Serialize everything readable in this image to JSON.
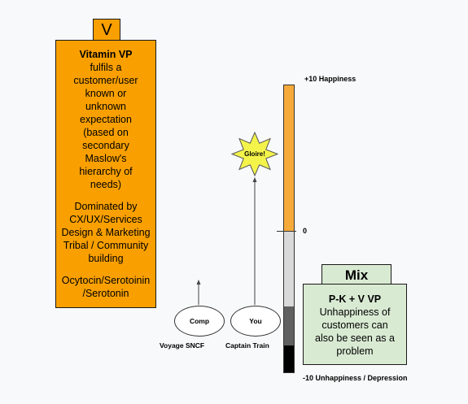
{
  "v_box": {
    "tag": "V",
    "title": "Vitamin VP",
    "description": [
      "fulfils a",
      "customer/user",
      "known or",
      "unknown",
      "expectation",
      "(based on",
      "secondary",
      "Maslow's",
      "hierarchy of",
      "needs)"
    ],
    "dominated": [
      "Dominated by",
      "CX/UX/Services",
      "Design & Marketing",
      "Tribal / Community",
      "building"
    ],
    "hormones": [
      "Ocytocin/Serotoinin",
      "/Serotonin"
    ],
    "color": "#f9a000"
  },
  "examples": [
    {
      "label": "Comp",
      "caption": "Voyage SNCF"
    },
    {
      "label": "You",
      "caption": "Captain Train"
    }
  ],
  "star": {
    "label": "Gloire!",
    "color": "#f3f34a"
  },
  "scale": {
    "top_label": "+10 Happiness",
    "zero_label": "0",
    "bottom_label": "-10 Unhappiness / Depression",
    "colors": {
      "positive": "#f6aa3a",
      "neutral": "#d9d9d9",
      "low": "#5f5f5f",
      "lowest": "#000000"
    }
  },
  "mix": {
    "tag": "Mix",
    "title": "P-K + V VP",
    "lines": [
      "Unhappiness of",
      "customers can",
      "also be seen as a",
      "problem"
    ],
    "color": "#d9ead3"
  }
}
